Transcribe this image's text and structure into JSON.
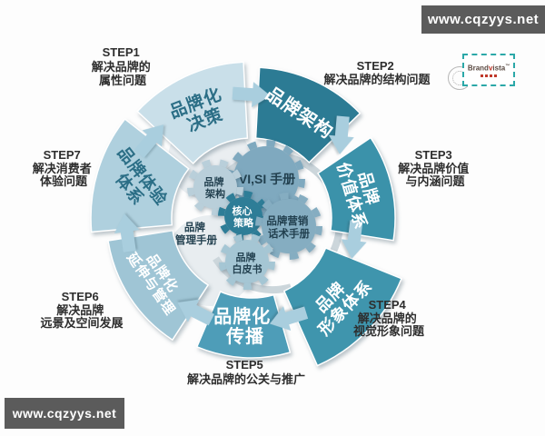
{
  "watermarks": {
    "top_right": "www.cqzyys.net",
    "bottom_left": "www.cqzyys.net"
  },
  "logo": {
    "brand_prefix": "Brand",
    "brand_accent": "v",
    "brand_suffix": "ista",
    "tm": "™"
  },
  "colors": {
    "seg1": "#c9dfe9",
    "seg2": "#2c7b94",
    "seg3": "#3b92aa",
    "seg4": "#3f95ad",
    "seg5": "#4e9db8",
    "seg6": "#9fc5d5",
    "seg7": "#afd0de",
    "arrow": "#a9cede",
    "watermark_bg": "#5b5b5b",
    "logo_teal": "#2ba8a8",
    "logo_red": "#c0392b",
    "dark_text": "#2e2e2e",
    "light_segment_text": "#2b6e86"
  },
  "steps": [
    {
      "id": "STEP1",
      "desc": [
        "解决品牌的",
        "属性问题"
      ],
      "segment": [
        "品牌化",
        "决策"
      ]
    },
    {
      "id": "STEP2",
      "desc": [
        "解决品牌的结构问题"
      ],
      "segment": [
        "品牌架构"
      ]
    },
    {
      "id": "STEP3",
      "desc": [
        "解决品牌价值",
        "与内涵问题"
      ],
      "segment": [
        "品牌",
        "价值体系"
      ]
    },
    {
      "id": "STEP4",
      "desc": [
        "解决品牌的",
        "视觉形象问题"
      ],
      "segment": [
        "品牌",
        "形象体系"
      ]
    },
    {
      "id": "STEP5",
      "desc": [
        "解决品牌的公关与推广"
      ],
      "segment": [
        "品牌化",
        "传播"
      ]
    },
    {
      "id": "STEP6",
      "desc": [
        "解决品牌",
        "远景及空间发展"
      ],
      "segment": [
        "品牌化",
        "延伸与管理"
      ]
    },
    {
      "id": "STEP7",
      "desc": [
        "解决消费者",
        "体验问题"
      ],
      "segment": [
        "品牌体验",
        "体系"
      ]
    }
  ],
  "center_hub": {
    "gears": [
      {
        "name": "visi-manual",
        "lines": [
          "VI,SI 手册"
        ]
      },
      {
        "name": "brand-architecture",
        "lines": [
          "品牌",
          "架构"
        ]
      },
      {
        "name": "core-strategy",
        "lines": [
          "核心",
          "策略"
        ]
      },
      {
        "name": "marketing-script",
        "lines": [
          "品牌营销",
          "话术手册"
        ]
      },
      {
        "name": "white-paper",
        "lines": [
          "品牌",
          "白皮书"
        ]
      }
    ],
    "floating_label": {
      "lines": [
        "品牌",
        "管理手册"
      ]
    }
  }
}
